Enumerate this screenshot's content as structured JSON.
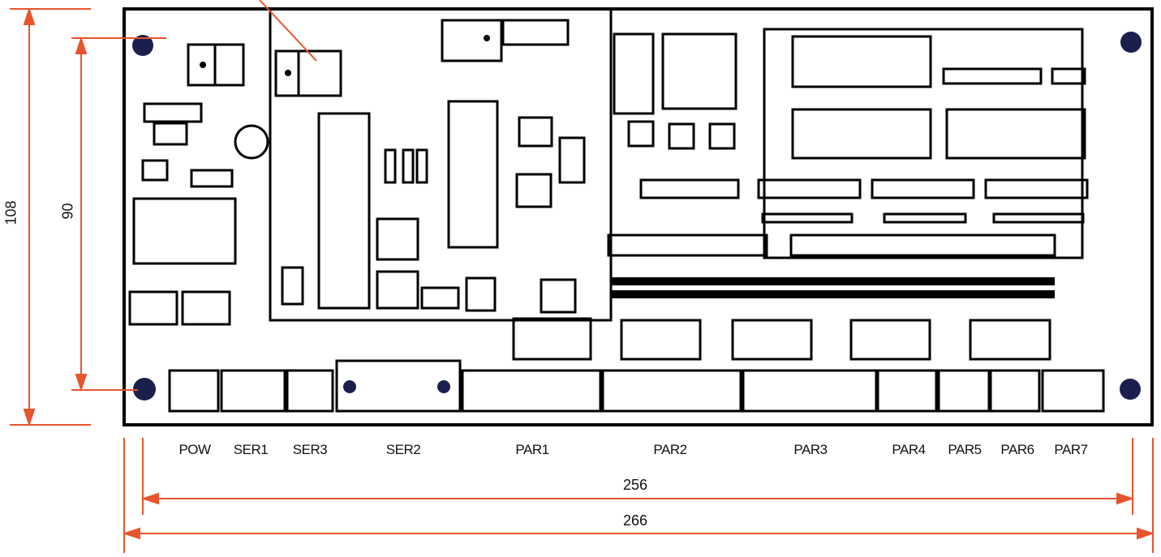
{
  "colors": {
    "dimension": "#e8542c",
    "outline": "#000000",
    "mounting_hole": "#1a1f4d",
    "highlight": "#2a2f6b"
  },
  "dimensions": {
    "overall_height": "108",
    "hole_spacing_vertical": "90",
    "hole_spacing_horizontal": "256",
    "overall_width": "266"
  },
  "connectors": [
    {
      "label": "POW"
    },
    {
      "label": "SER1"
    },
    {
      "label": "SER3"
    },
    {
      "label": "SER2"
    },
    {
      "label": "PAR1"
    },
    {
      "label": "PAR2"
    },
    {
      "label": "PAR3"
    },
    {
      "label": "PAR4"
    },
    {
      "label": "PAR5"
    },
    {
      "label": "PAR6"
    },
    {
      "label": "PAR7"
    }
  ]
}
